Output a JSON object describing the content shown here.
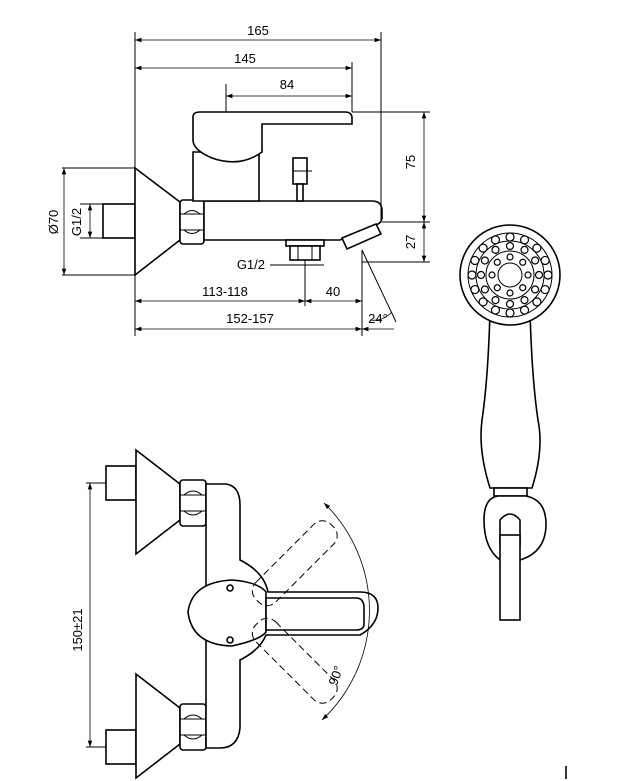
{
  "dimensions": {
    "total_depth": "165",
    "body_depth": "145",
    "handle_depth": "84",
    "height_above": "75",
    "spout_height": "27",
    "flange_diameter": "Ø70",
    "inlet_thread": "G1/2",
    "outlet_thread": "G1/2",
    "spout_offset": "113-118",
    "outlet_spacing": "40",
    "overall_depth": "152-157",
    "spout_angle": "24°",
    "centres": "150±21",
    "lever_rotation": "90°"
  }
}
